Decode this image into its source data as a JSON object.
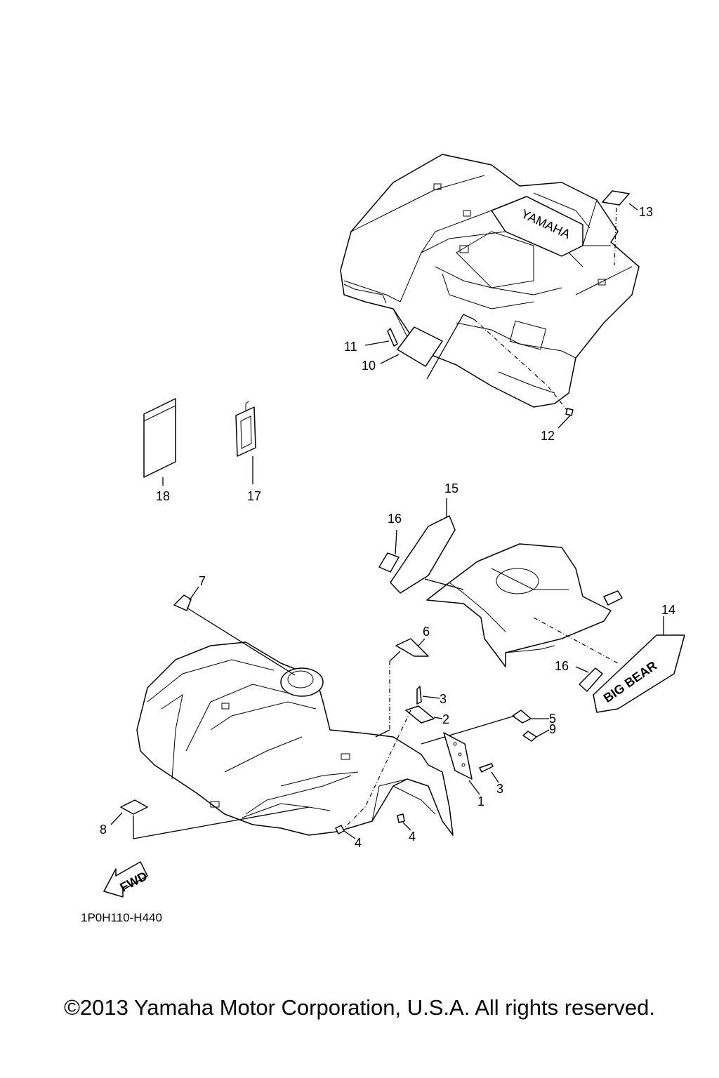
{
  "diagram": {
    "code": "1P0H110-H440",
    "fwd_label": "FWD",
    "emblem_text": "BIG BEAR",
    "logo_text": "YAMAHA",
    "callouts": {
      "c1": "1",
      "c2": "2",
      "c3a": "3",
      "c3b": "3",
      "c4a": "4",
      "c4b": "4",
      "c5": "5",
      "c6": "6",
      "c7": "7",
      "c8": "8",
      "c9": "9",
      "c10": "10",
      "c11": "11",
      "c12": "12",
      "c13": "13",
      "c14": "14",
      "c15": "15",
      "c16a": "16",
      "c16b": "16",
      "c17": "17",
      "c18": "18"
    }
  },
  "footer": {
    "copyright": "©2013 Yamaha Motor Corporation, U.S.A. All rights reserved."
  }
}
